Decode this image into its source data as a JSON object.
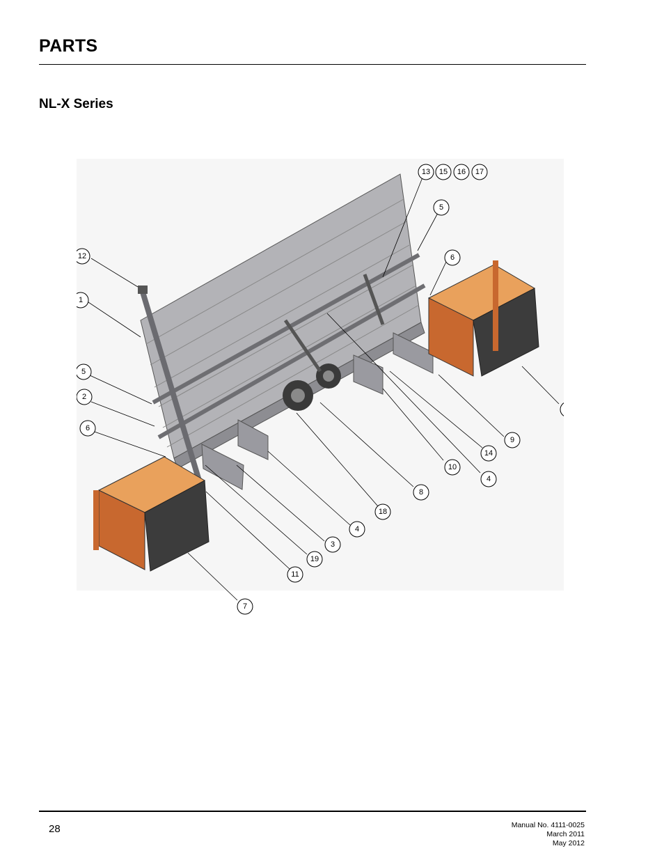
{
  "header": {
    "title": "PARTS"
  },
  "section": {
    "title": "NL-X Series"
  },
  "diagram": {
    "callouts": [
      "13",
      "15",
      "16",
      "17",
      "5",
      "12",
      "6",
      "1",
      "5",
      "2",
      "6",
      "7",
      "9",
      "14",
      "4",
      "10",
      "8",
      "18",
      "4",
      "3",
      "19",
      "11",
      "7"
    ],
    "colors": {
      "box_orange": "#c8682f",
      "box_orange_light": "#e9a15c",
      "box_dark": "#3c3c3c",
      "plate_gray": "#a8a8ac"
    }
  },
  "footer": {
    "page_number": "28",
    "manual_no": "Manual No. 4111-0025",
    "date_1": "March 2011",
    "date_2": "May 2012"
  }
}
